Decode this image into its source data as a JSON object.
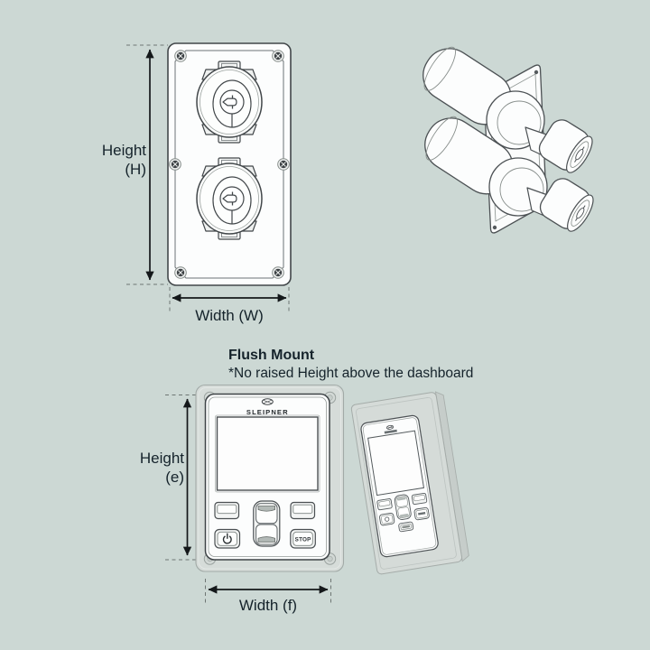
{
  "front_view": {
    "height_label_line1": "Height",
    "height_label_line2": "(H)",
    "width_label": "Width (W)"
  },
  "flush_mount": {
    "title": "Flush Mount",
    "note": "*No raised Height above the dashboard",
    "brand": "SLEIPNER",
    "stop_label": "STOP",
    "height_label_line1": "Height",
    "height_label_line2": "(e)",
    "width_label": "Width (f)"
  },
  "colors": {
    "background": "#ccd8d4",
    "line_dark": "#42474a",
    "dimension_line": "#14181a",
    "text": "#15232b",
    "panel_fill": "#fcfdfd",
    "frame_fill": "#d6dcd9",
    "button_shade": "#b3bab7"
  },
  "icons": [
    "boat-icon",
    "power-icon",
    "sleipner-logo-icon",
    "screw-icon",
    "mount-hole-icon"
  ]
}
